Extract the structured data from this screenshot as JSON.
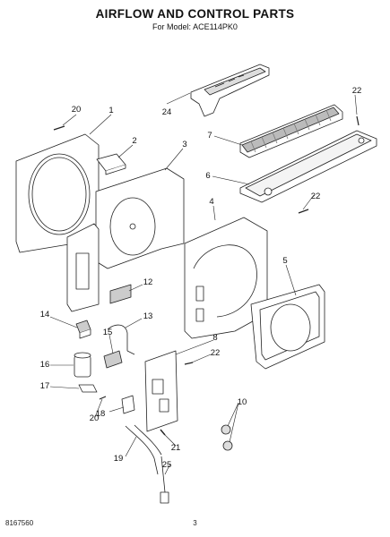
{
  "page": {
    "title": "AIRFLOW AND CONTROL PARTS",
    "subtitle": "For Model: ACE114PK0",
    "doc_number": "8167560",
    "page_number": "3"
  },
  "callouts": [
    "1",
    "2",
    "3",
    "4",
    "5",
    "6",
    "7",
    "8",
    "10",
    "12",
    "13",
    "14",
    "15",
    "16",
    "17",
    "18",
    "19",
    "20",
    "20",
    "21",
    "22",
    "22",
    "22",
    "24",
    "25"
  ]
}
